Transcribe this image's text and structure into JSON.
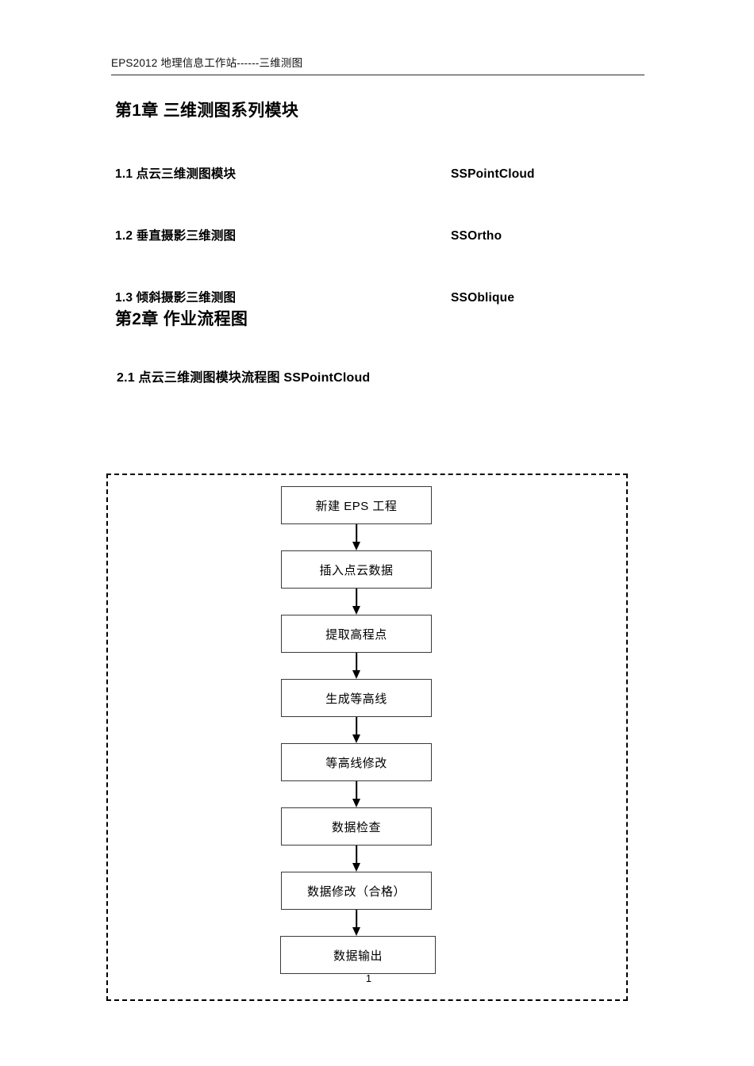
{
  "header": {
    "text": "EPS2012 地理信息工作站------三维测图"
  },
  "chapters": [
    {
      "title": "第1章 三维测图系列模块",
      "entries": [
        {
          "label": "1.1 点云三维测图模块",
          "code": "SSPointCloud"
        },
        {
          "label": "1.2 垂直摄影三维测图",
          "code": "SSOrtho"
        },
        {
          "label": "1.3 倾斜摄影三维测图",
          "code": "SSOblique"
        }
      ]
    },
    {
      "title": "第2章 作业流程图",
      "section_title": "2.1 点云三维测图模块流程图 SSPointCloud"
    }
  ],
  "flowchart": {
    "nodes": [
      "新建 EPS 工程",
      "插入点云数据",
      "提取高程点",
      "生成等高线",
      "等高线修改",
      "数据检查",
      "数据修改（合格）",
      "数据输出"
    ],
    "border_style": "dashed",
    "border_color": "#000000",
    "node_border_color": "#3a3a3a",
    "arrow_color": "#000000"
  },
  "footer": {
    "page_number": "1"
  }
}
